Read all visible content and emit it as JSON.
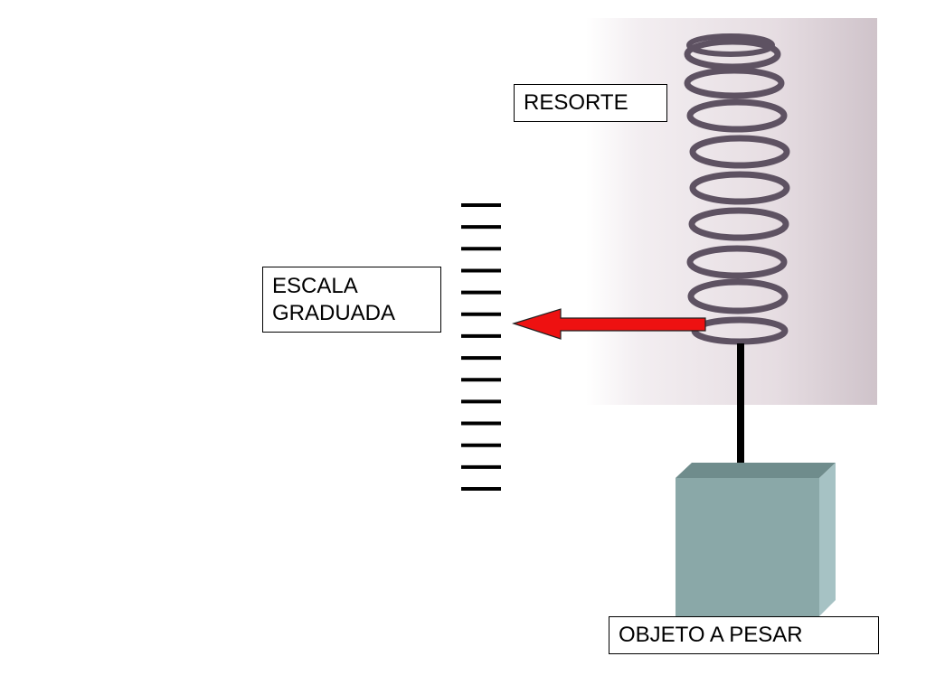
{
  "labels": {
    "spring": "RESORTE",
    "scale_line1": "ESCALA",
    "scale_line2": "GRADUADA",
    "object": "OBJETO A PESAR"
  },
  "colors": {
    "arrow": "#ee1111",
    "spring_wire": "#5e5262",
    "photo_background": "#dcd2d8",
    "box_front": "#8aa8a8",
    "box_top": "#6f8c8c",
    "box_side": "#a6c2c4",
    "scale_ticks": "#000000",
    "rod": "#000000"
  },
  "scale": {
    "tick_count": 14
  },
  "icons": {
    "spring": "coil-spring-photo",
    "pointer": "left-arrow",
    "weight": "cube-block"
  }
}
